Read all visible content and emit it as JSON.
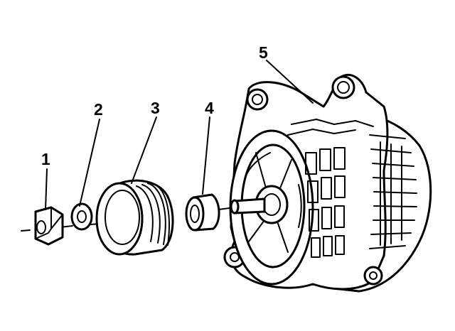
{
  "diagram": {
    "callouts": [
      {
        "id": "1",
        "text": "1"
      },
      {
        "id": "2",
        "text": "2"
      },
      {
        "id": "3",
        "text": "3"
      },
      {
        "id": "4",
        "text": "4"
      },
      {
        "id": "5",
        "text": "5"
      }
    ],
    "parts": [
      {
        "callout": "1",
        "icon": "hex-nut-icon"
      },
      {
        "callout": "2",
        "icon": "washer-icon"
      },
      {
        "callout": "3",
        "icon": "pulley-icon"
      },
      {
        "callout": "4",
        "icon": "spacer-icon"
      },
      {
        "callout": "5",
        "icon": "generator-icon"
      }
    ],
    "colors": {
      "ink": "#000000",
      "background": "#ffffff"
    }
  }
}
